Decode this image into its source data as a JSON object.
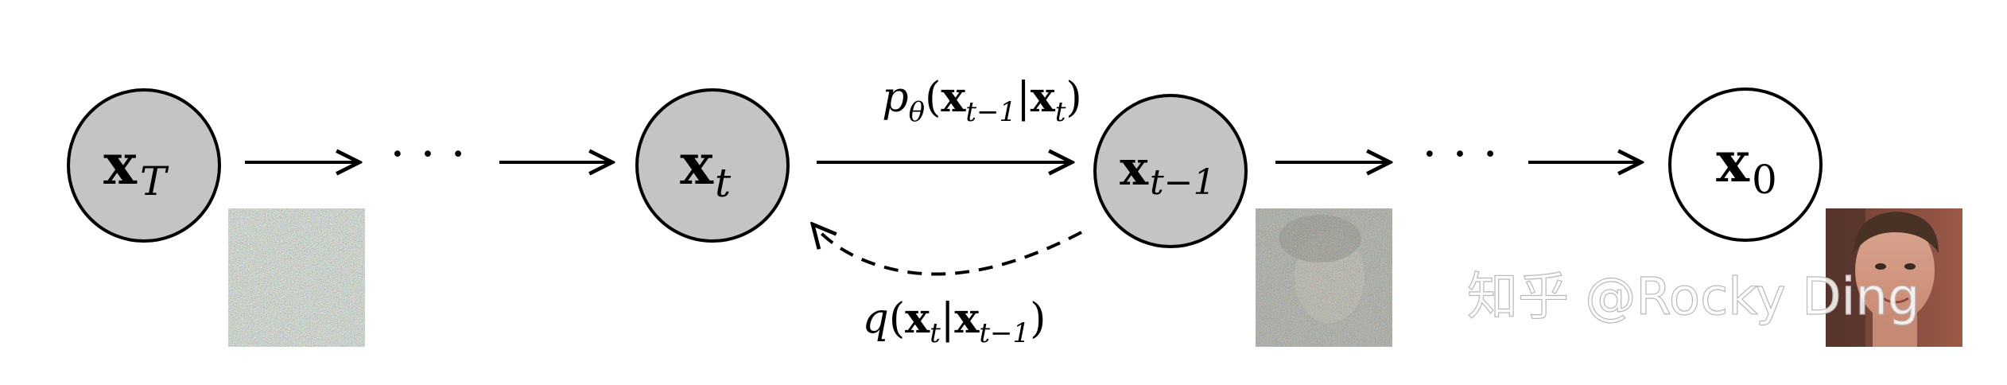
{
  "nodes": [
    {
      "id": "xT",
      "base": "x",
      "sub": "T",
      "fill": "#c4c4c4",
      "thumbnail": "pure-noise"
    },
    {
      "id": "xt",
      "base": "x",
      "sub": "t",
      "fill": "#c4c4c4",
      "thumbnail": null
    },
    {
      "id": "xt-1",
      "base": "x",
      "sub": "t−1",
      "fill": "#c4c4c4",
      "thumbnail": "noisy-face"
    },
    {
      "id": "x0",
      "base": "x",
      "sub": "0",
      "fill": "#ffffff",
      "thumbnail": "clean-face"
    }
  ],
  "edges": {
    "reverse_label": {
      "fn": "p",
      "param": "θ",
      "arg_base": "x",
      "arg_sub": "t−1",
      "cond_base": "x",
      "cond_sub": "t"
    },
    "forward_label": {
      "fn": "q",
      "arg_base": "x",
      "arg_sub": "t",
      "cond_base": "x",
      "cond_sub": "t−1"
    }
  },
  "ellipsis": "· · ·",
  "watermark": "知乎 @Rocky Ding",
  "colors": {
    "shaded_node": "#c4c4c4",
    "open_node": "#ffffff",
    "stroke": "#000000"
  }
}
